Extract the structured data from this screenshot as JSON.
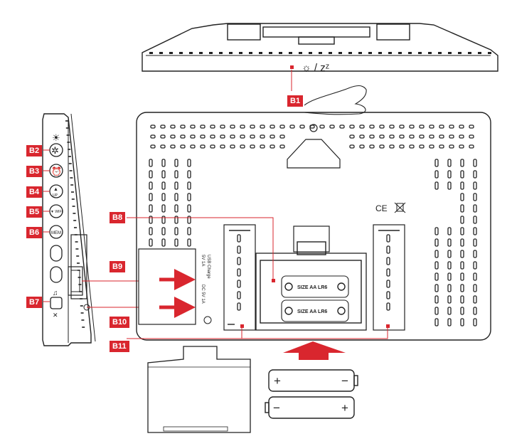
{
  "labels": {
    "b1": "B1",
    "b2": "B2",
    "b3": "B3",
    "b4": "B4",
    "b5": "B5",
    "b6": "B6",
    "b7": "B7",
    "b8": "B8",
    "b9": "B9",
    "b10": "B10",
    "b11": "B11"
  },
  "top_view": {
    "button_symbol": "☼ / zᶻ"
  },
  "side_view": {
    "up_button_text": "UP",
    "down_button_text": "▼ WIFI",
    "mem_button_text": "MEM"
  },
  "back_view": {
    "battery_text_1": "SIZE AA LR6",
    "battery_text_2": "SIZE AA LR6",
    "usb_text_1": "5V 1A",
    "usb_text_2": "USB Charge",
    "dc_text": "DC 5V 1A",
    "ce_mark": "CE"
  },
  "batteries": {
    "battery1_left": "+",
    "battery1_right": "−",
    "battery2_left": "−",
    "battery2_right": "+"
  },
  "colors": {
    "accent_red": "#d9262e",
    "line": "#222222"
  }
}
